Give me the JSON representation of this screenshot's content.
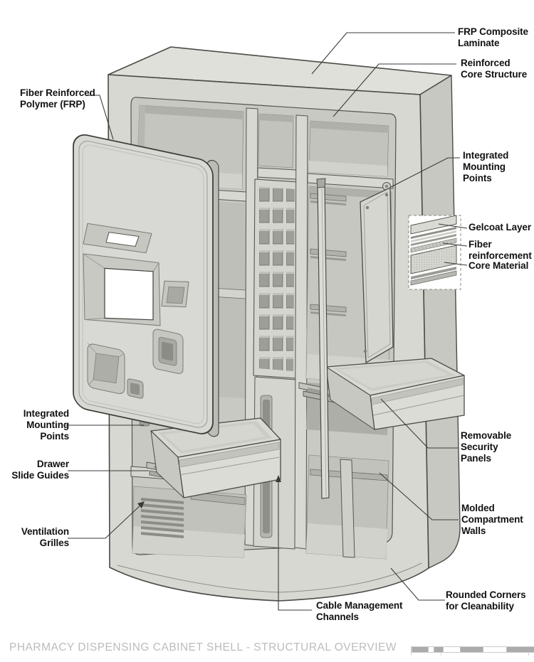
{
  "callouts": [
    {
      "id": "frp-composite-laminate",
      "text": "FRP Composite\nLaminate"
    },
    {
      "id": "reinforced-core-structure",
      "text": "Reinforced\nCore Structure"
    },
    {
      "id": "fiber-reinforced-polymer",
      "text": "Fiber Reinforced\nPolymer (FRP)"
    },
    {
      "id": "integrated-mounting-points-right",
      "text": "Integrated\nMounting\nPoints"
    },
    {
      "id": "gelcoat-layer",
      "text": "Gelcoat Layer"
    },
    {
      "id": "fiber-reinforcement",
      "text": "Fiber\nreinforcement"
    },
    {
      "id": "core-material",
      "text": "Core Material"
    },
    {
      "id": "integrated-mounting-points-left",
      "text": "Integrated\nMounting\nPoints"
    },
    {
      "id": "drawer-slide-guides",
      "text": "Drawer\nSlide Guides"
    },
    {
      "id": "ventilation-grilles",
      "text": "Ventilation\nGrilles"
    },
    {
      "id": "removable-security-panels",
      "text": "Removable\nSecurity\nPanels"
    },
    {
      "id": "molded-compartment-walls",
      "text": "Molded\nCompartment\nWalls"
    },
    {
      "id": "cable-management-channels",
      "text": "Cable Management\nChannels"
    },
    {
      "id": "rounded-corners",
      "text": "Rounded Corners\nfor Cleanability"
    }
  ],
  "footer": {
    "title": "PHARMACY DISPENSING CABINET SHELL - STRUCTURAL OVERVIEW"
  },
  "scale_bar": {
    "segments": [
      {
        "filled": true,
        "width": 22
      },
      {
        "filled": false,
        "width": 7
      },
      {
        "filled": true,
        "width": 12
      },
      {
        "filled": false,
        "width": 23
      },
      {
        "filled": true,
        "width": 31
      },
      {
        "filled": false,
        "width": 32
      },
      {
        "filled": true,
        "width": 38
      }
    ]
  },
  "colors": {
    "leader_line": "#3a3a38",
    "label_text": "#111111",
    "footer_text": "#bcbcbc",
    "cabinet_fill": "#d8d8d3",
    "outline": "#4b4b48"
  }
}
